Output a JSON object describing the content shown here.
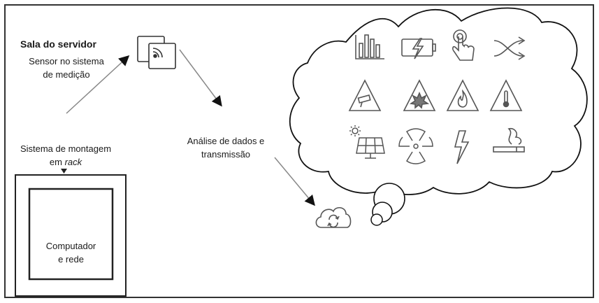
{
  "labels": {
    "server_room": "Sala do servidor",
    "sensor_line1": "Sensor no sistema",
    "sensor_line2": "de medição",
    "analysis_line1": "Análise de dados e",
    "analysis_line2": "transmissão",
    "rack_line1": "Sistema de montagem",
    "rack_line2_prefix": "em",
    "rack_line2_italic": "rack",
    "computer_line1": "Computador",
    "computer_line2": "e rede"
  },
  "icons": [
    "bar-chart-icon",
    "battery-charging-icon",
    "touch-finger-icon",
    "shuffle-icon",
    "surveillance-camera-warning-icon",
    "explosion-warning-icon",
    "fire-warning-icon",
    "temperature-warning-icon",
    "solar-panel-icon",
    "radiation-icon",
    "lightning-icon",
    "cigarette-smoke-icon",
    "cloud-sync-icon",
    "nfc-sensor-icon"
  ],
  "colors": {
    "stroke": "#555555",
    "frame": "#333333",
    "arrow": "#888888"
  }
}
